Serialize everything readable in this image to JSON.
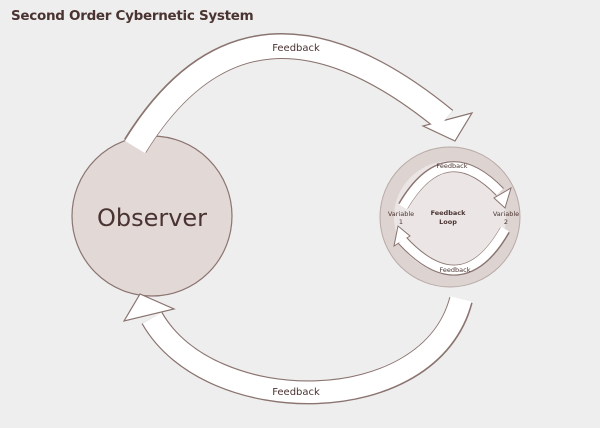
{
  "title": "Second Order Cybernetic System",
  "observer": {
    "label": "Observer"
  },
  "outer_loop": {
    "top_label": "Feedback",
    "bottom_label": "Feedback"
  },
  "system": {
    "center_label_line1": "Feedback",
    "center_label_line2": "Loop",
    "variable1_line1": "Variable",
    "variable1_line2": "1",
    "variable2_line1": "Variable",
    "variable2_line2": "2",
    "top_label": "Feedback",
    "bottom_label": "Feedback"
  },
  "colors": {
    "outline": "#8a7470",
    "circle_fill": "#e2d8d6",
    "inner_fill": "#ebe6e5",
    "background": "#efeeee"
  }
}
